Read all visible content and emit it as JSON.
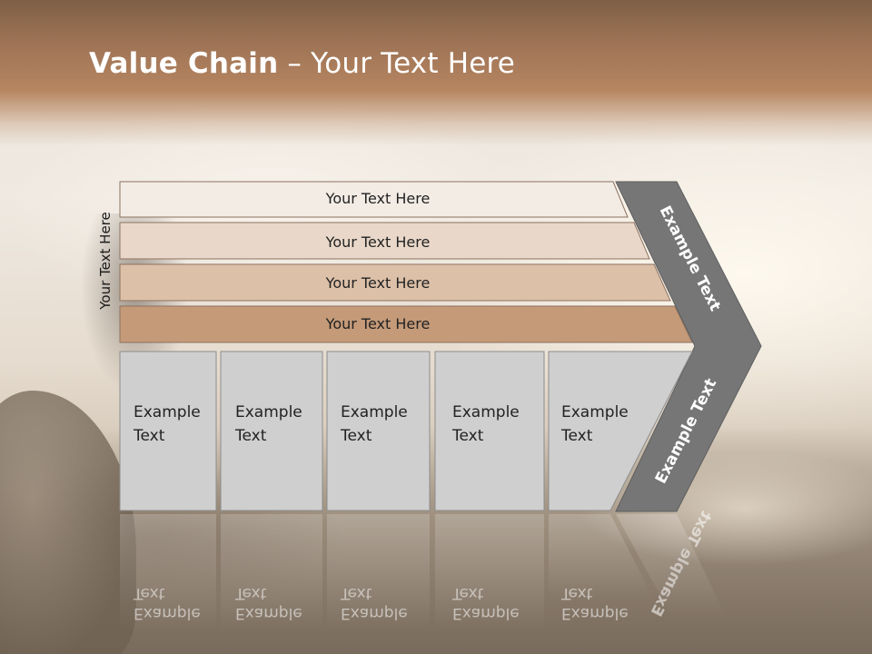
{
  "slide": {
    "title_bold": "Value Chain",
    "title_rest": " – Your Text Here",
    "side_label": "Your Text Here"
  },
  "support_bars": [
    {
      "label": "Your Text Here",
      "color": "#f3ece5"
    },
    {
      "label": "Your Text Here",
      "color": "#e9d8c9"
    },
    {
      "label": "Your Text Here",
      "color": "#dcc0a8"
    },
    {
      "label": "Your Text Here",
      "color": "#c49a78"
    }
  ],
  "primary_cells": [
    {
      "line1": "Example",
      "line2": "Text"
    },
    {
      "line1": "Example",
      "line2": "Text"
    },
    {
      "line1": "Example",
      "line2": "Text"
    },
    {
      "line1": "Example",
      "line2": "Text"
    },
    {
      "line1": "Example",
      "line2": "Text"
    }
  ],
  "chevron": {
    "upper_label": "Example Text",
    "lower_label": "Example Text",
    "color": "#767676"
  },
  "colors": {
    "cell_fill": "#cfcfcf",
    "cell_stroke": "#8c8c8c",
    "bar_stroke": "#8c7260"
  }
}
